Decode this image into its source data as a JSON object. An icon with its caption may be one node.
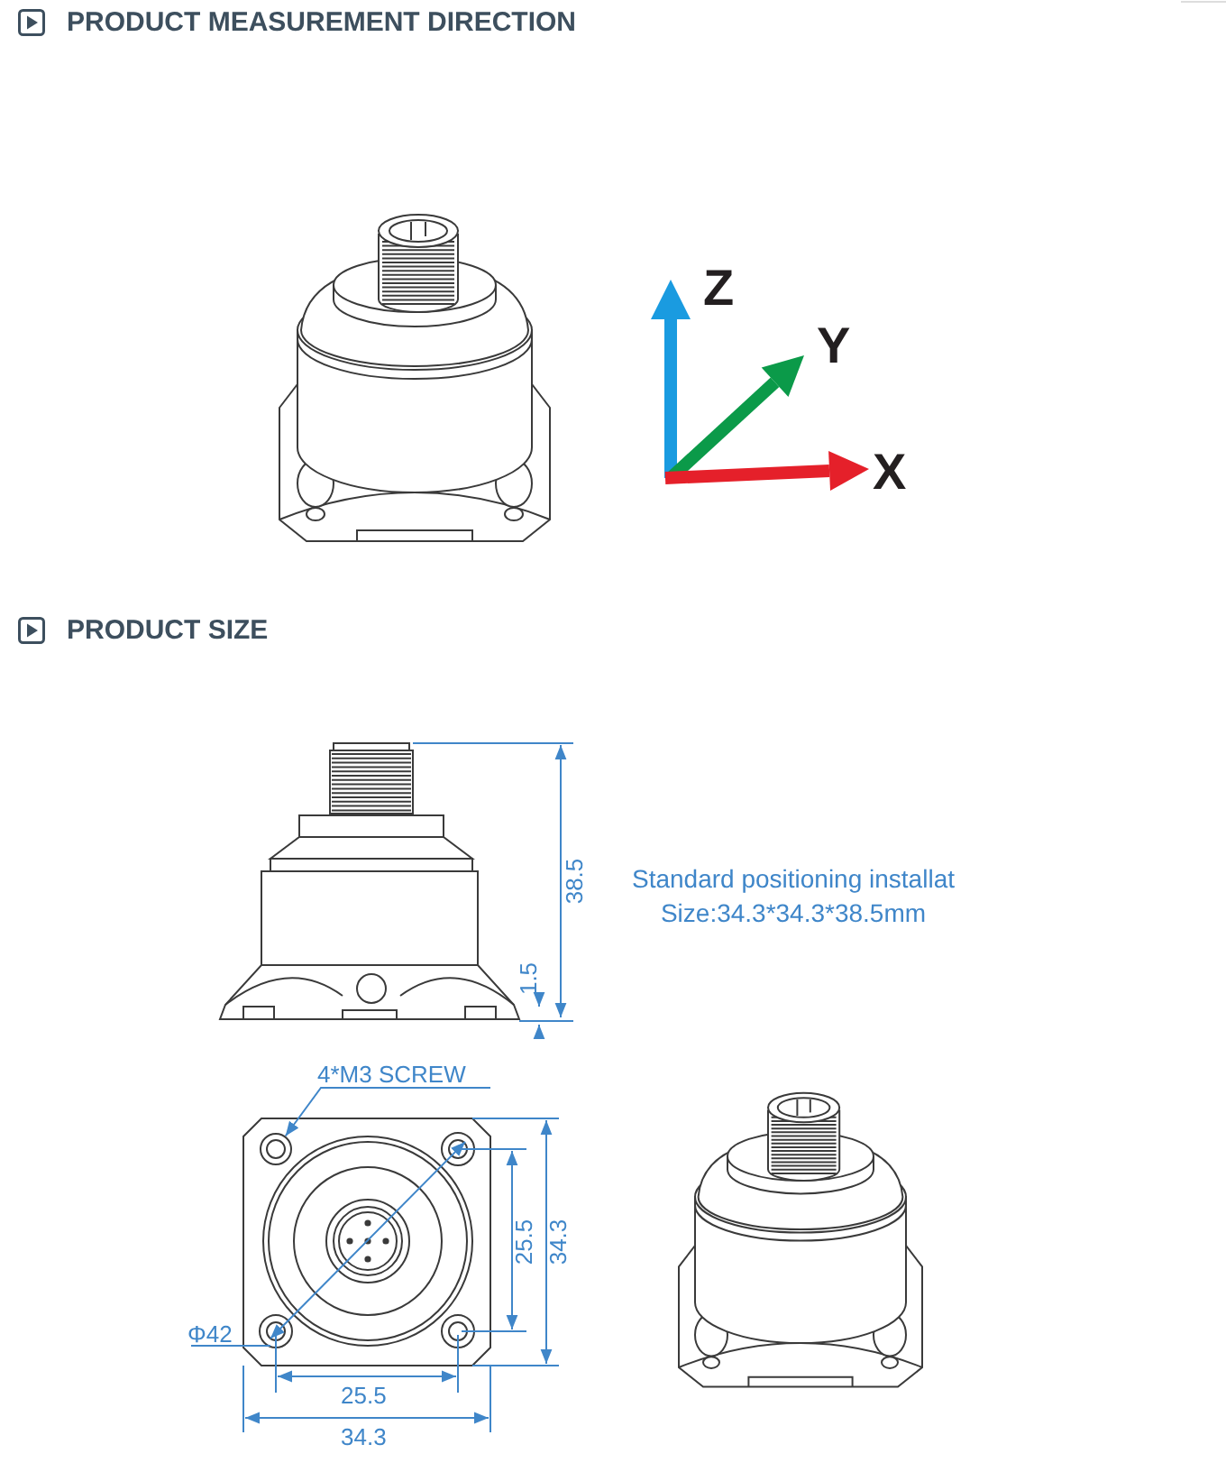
{
  "diagram": {
    "title": "PRODUCT MEASUREMENT DIRECTION",
    "nodes": [
      {
        "text": [
          "4*M3  SCREW"
        ]
      },
      {
        "text": [],
        "shape": "circle"
      }
    ],
    "edges": [
      {
        "from": 0,
        "to": 1,
        "arrow": "to"
      }
    ],
    "labels": [
      "Z",
      "Y",
      "X",
      "PRODUCT SIZE",
      "38.5",
      "1.5",
      "Standard positioning installat",
      "Size:34.3*34.3*38.5mm",
      "Φ42",
      "25.5",
      "34.3",
      "25.5",
      "34.3"
    ]
  }
}
